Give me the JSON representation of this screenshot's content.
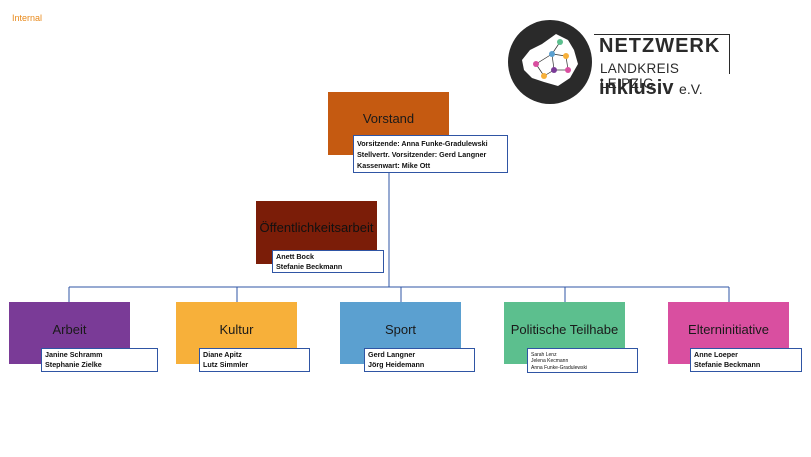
{
  "label": "Internal",
  "logo": {
    "line1": "NETZWERK",
    "line2": "LANDKREIS LEIPZIG",
    "line3": "inklusiv",
    "line3_suffix": "e.V."
  },
  "colors": {
    "vorstand": "#c55a11",
    "oeffentlichkeit": "#7b1d08",
    "arbeit": "#7a3b97",
    "kultur": "#f7b03a",
    "sport": "#5ba0d0",
    "teilhabe": "#5cbf8e",
    "eltern": "#d94fa0",
    "connector": "#2f55a4"
  },
  "vorstand": {
    "title": "Vorstand",
    "members": [
      "Vorsitzende: Anna Funke-Gradulewski",
      "Stellvertr. Vorsitzender: Gerd Langner",
      "Kassenwart: Mike Ott"
    ]
  },
  "oeffentlichkeit": {
    "title": "Öffentlichkeitsarbeit",
    "members": [
      "Anett Bock",
      "Stefanie Beckmann"
    ]
  },
  "groups": [
    {
      "title": "Arbeit",
      "members": [
        "Janine Schramm",
        "Stephanie Zielke"
      ]
    },
    {
      "title": "Kultur",
      "members": [
        "Diane Apitz",
        "Lutz Simmler"
      ]
    },
    {
      "title": "Sport",
      "members": [
        "Gerd Langner",
        "Jörg Heidemann"
      ]
    },
    {
      "title": "Politische Teilhabe",
      "members": [
        "Sarah Lenz",
        "Jelena Kecmann",
        "Anna Funke-Gradulewski"
      ]
    },
    {
      "title": "Elterninitiative",
      "members": [
        "Anne Loeper",
        "Stefanie Beckmann"
      ]
    }
  ]
}
